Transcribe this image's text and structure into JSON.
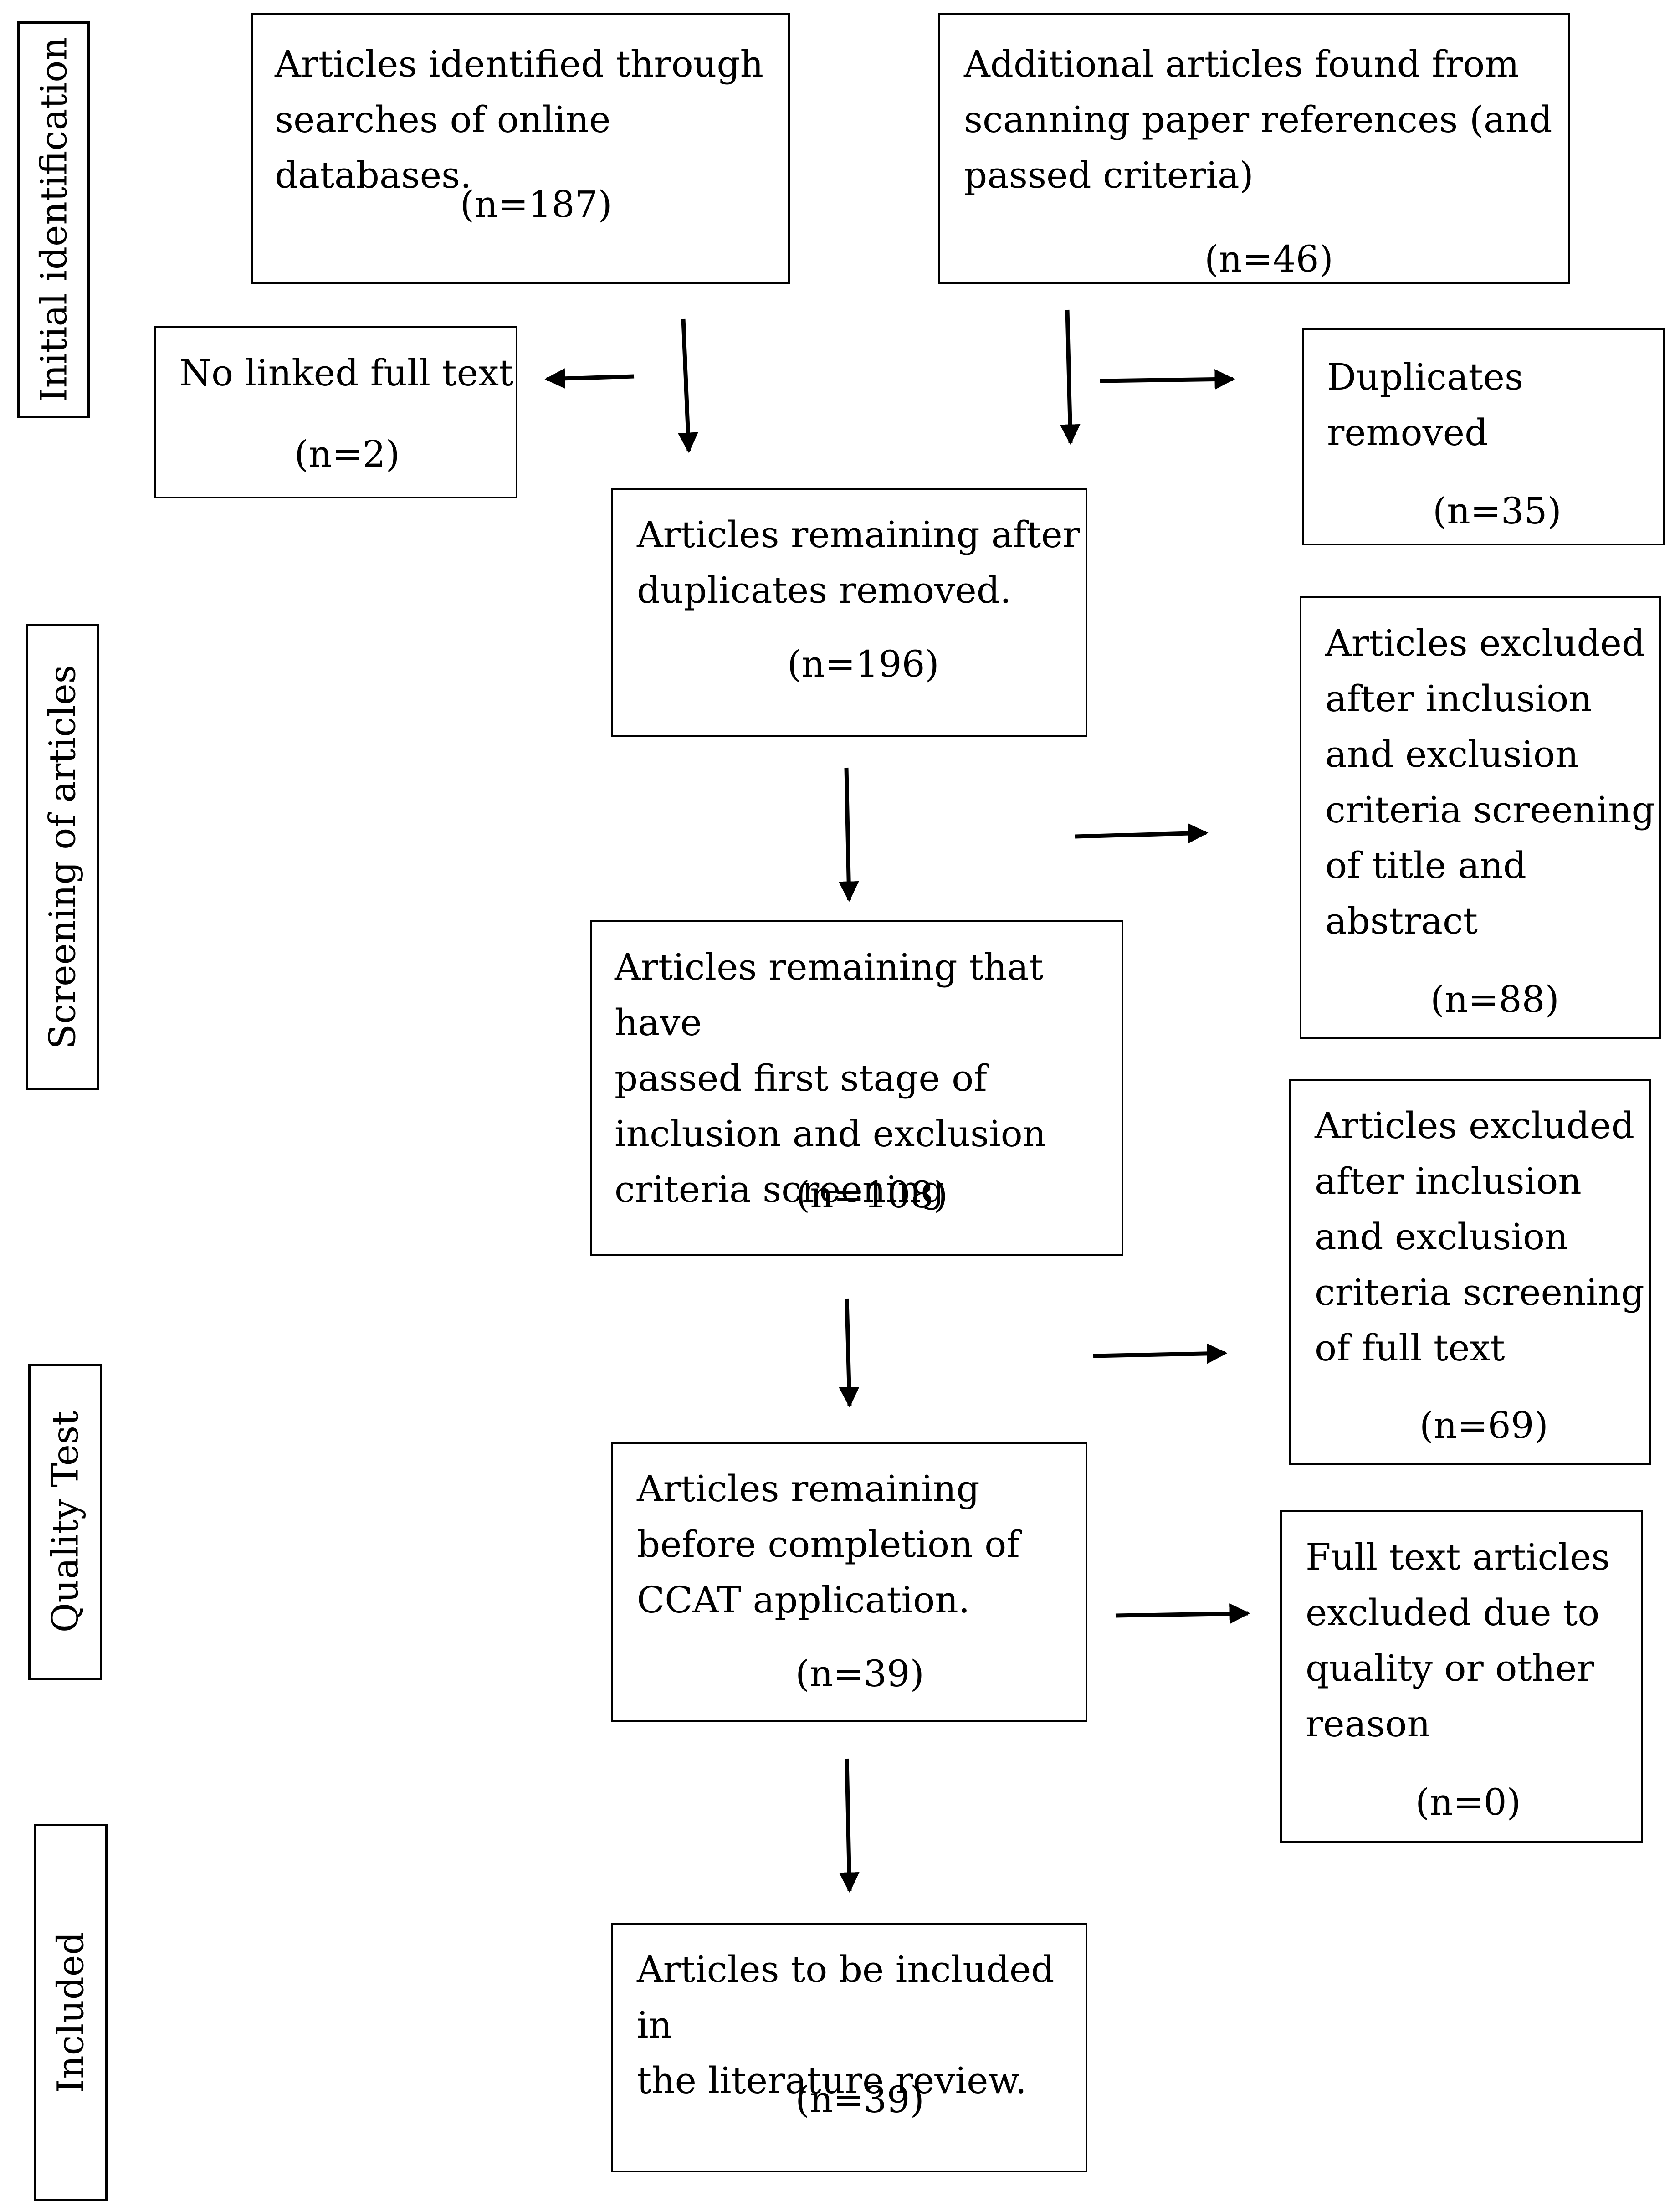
{
  "stages": {
    "initial_identification": "Initial identification",
    "screening_of_articles": "Screening of articles",
    "quality_test": "Quality Test",
    "included": "Included"
  },
  "boxes": {
    "database_search": {
      "text": "Articles identified through\nsearches of online databases.",
      "count": "(n=187)"
    },
    "additional_articles": {
      "text": "Additional articles found from\nscanning paper references (and\npassed criteria)",
      "count": "(n=46)"
    },
    "no_linked_full_text": {
      "text": "No linked full text",
      "count": "(n=2)"
    },
    "duplicates_removed": {
      "text": "Duplicates\nremoved",
      "count": "(n=35)"
    },
    "after_duplicates": {
      "text": "Articles remaining after\nduplicates removed.",
      "count": "(n=196)"
    },
    "excluded_title_abstract": {
      "text": "Articles excluded\nafter inclusion\nand exclusion\ncriteria screening\nof title and\nabstract",
      "count": "(n=88)"
    },
    "passed_first_stage": {
      "text": "Articles remaining that have\npassed first stage of\ninclusion and exclusion\ncriteria screening",
      "count": "(n=108)"
    },
    "excluded_full_text": {
      "text": "Articles excluded\nafter inclusion\nand exclusion\ncriteria screening\nof full text",
      "count": "(n=69)"
    },
    "before_ccat": {
      "text": "Articles remaining\nbefore completion of\nCCAT application.",
      "count": "(n=39)"
    },
    "excluded_quality": {
      "text": "Full text articles\nexcluded due to\nquality or other\nreason",
      "count": "(n=0)"
    },
    "included_review": {
      "text": "Articles to be included in\nthe literature review.",
      "count": "(n=39)"
    }
  }
}
